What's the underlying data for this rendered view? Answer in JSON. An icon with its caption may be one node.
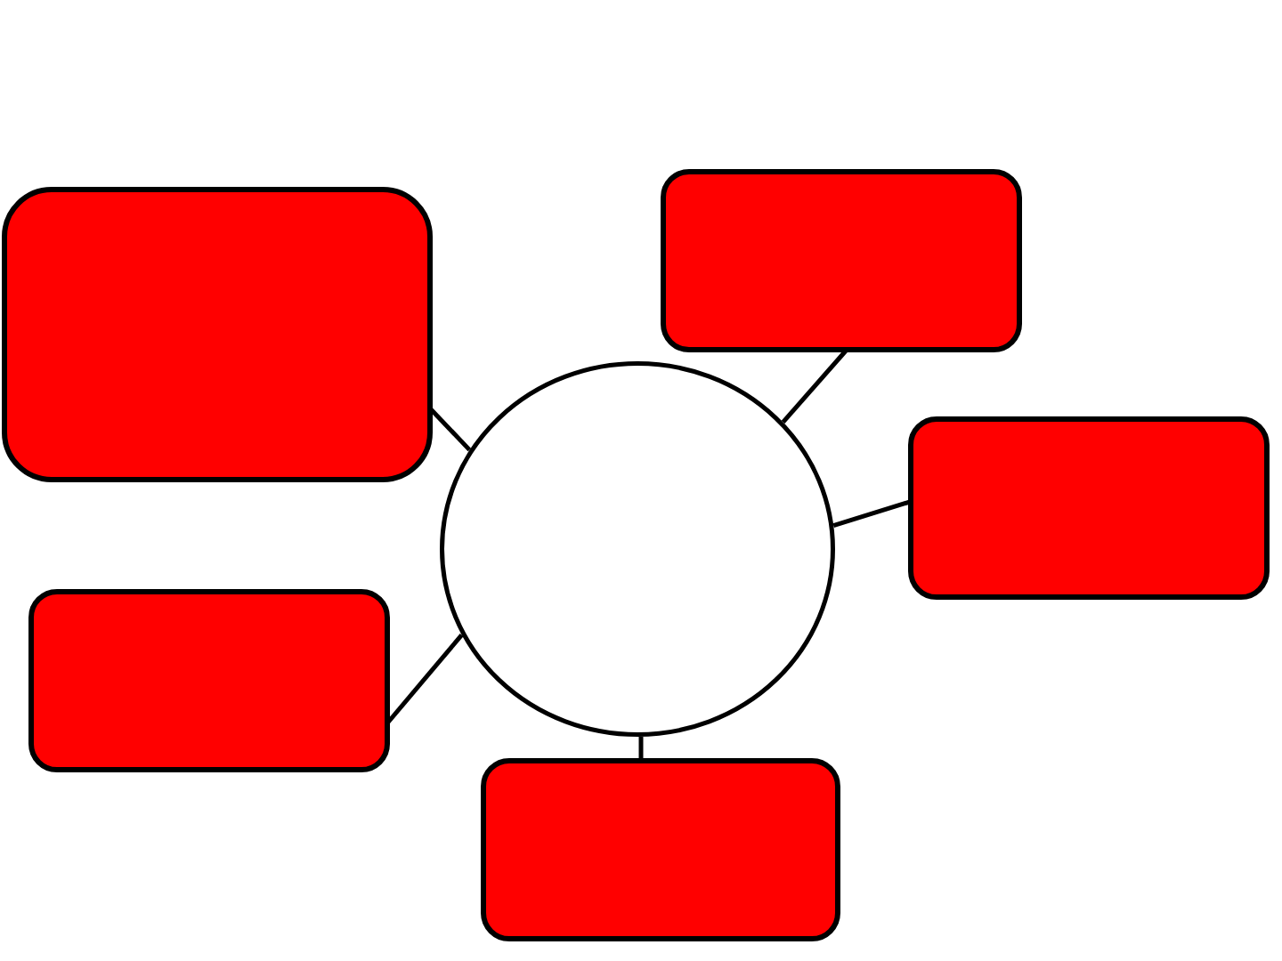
{
  "diagram": {
    "nodes": [
      {
        "text": [],
        "shape": "circle"
      },
      {
        "text": [],
        "shape": "box"
      },
      {
        "text": [],
        "shape": "box"
      },
      {
        "text": [],
        "shape": "box"
      },
      {
        "text": [],
        "shape": "box"
      },
      {
        "text": [],
        "shape": "box"
      }
    ],
    "edges": [
      {
        "from": 0,
        "to": 1,
        "arrow": "none"
      },
      {
        "from": 0,
        "to": 2,
        "arrow": "none"
      },
      {
        "from": 0,
        "to": 3,
        "arrow": "none"
      },
      {
        "from": 0,
        "to": 4,
        "arrow": "none"
      },
      {
        "from": 0,
        "to": 5,
        "arrow": "none"
      }
    ]
  }
}
